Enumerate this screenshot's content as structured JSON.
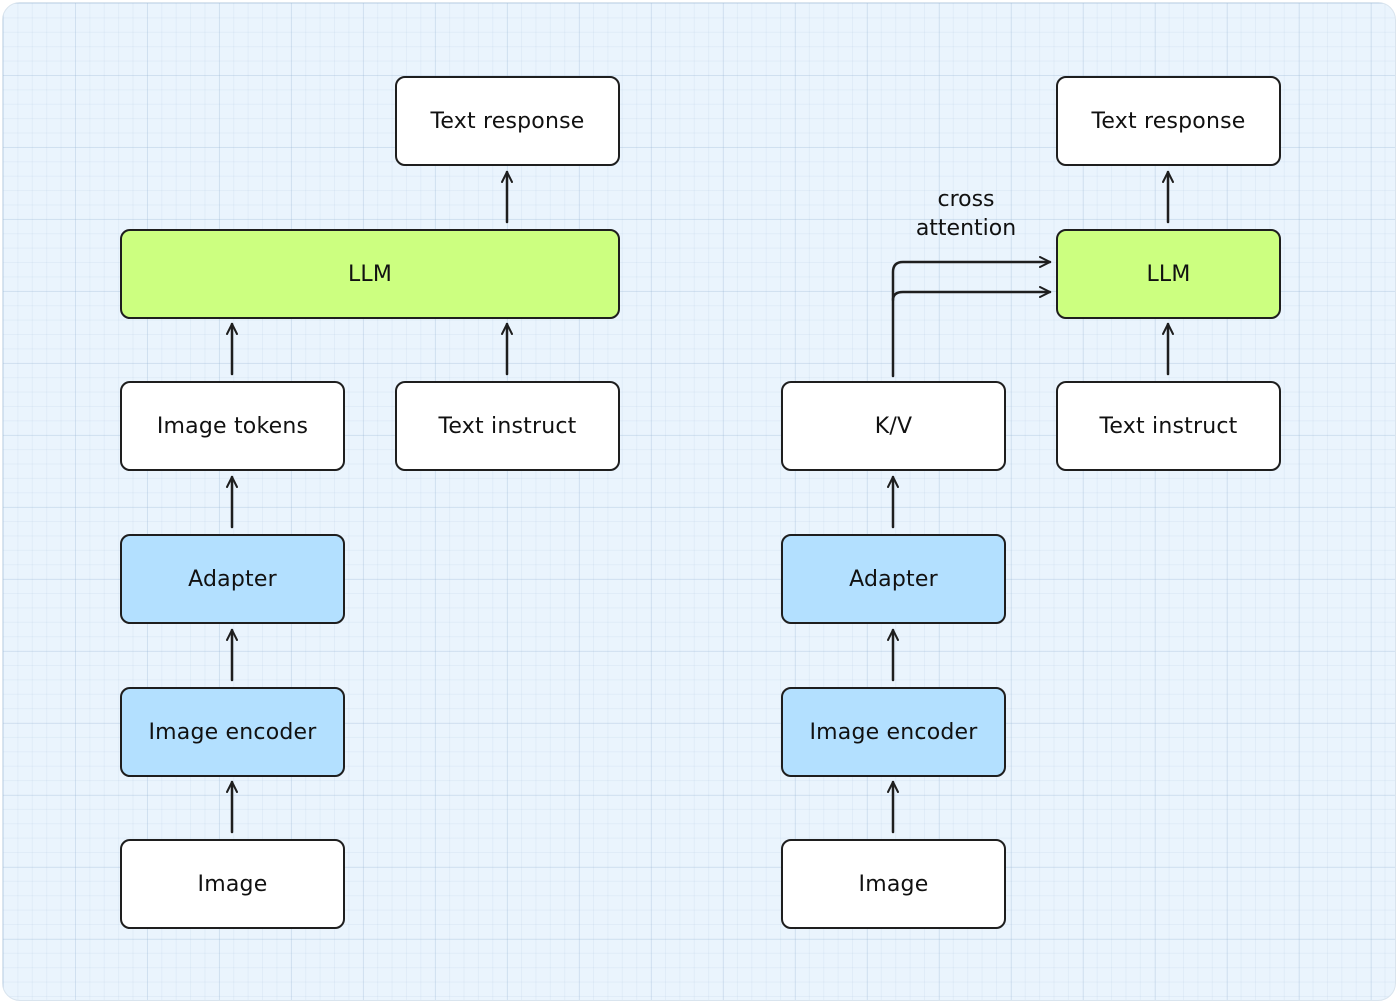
{
  "left": {
    "text_response": "Text response",
    "llm": "LLM",
    "image_tokens": "Image tokens",
    "text_instruct": "Text instruct",
    "adapter": "Adapter",
    "image_encoder": "Image encoder",
    "image": "Image"
  },
  "right": {
    "text_response": "Text response",
    "cross_attention_line1": "cross",
    "cross_attention_line2": "attention",
    "llm": "LLM",
    "kv": "K/V",
    "text_instruct": "Text instruct",
    "adapter": "Adapter",
    "image_encoder": "Image encoder",
    "image": "Image"
  },
  "colors": {
    "llm_fill": "#ccff80",
    "module_fill": "#b3e0ff",
    "plain_fill": "#ffffff",
    "background": "#eaf4fd"
  }
}
